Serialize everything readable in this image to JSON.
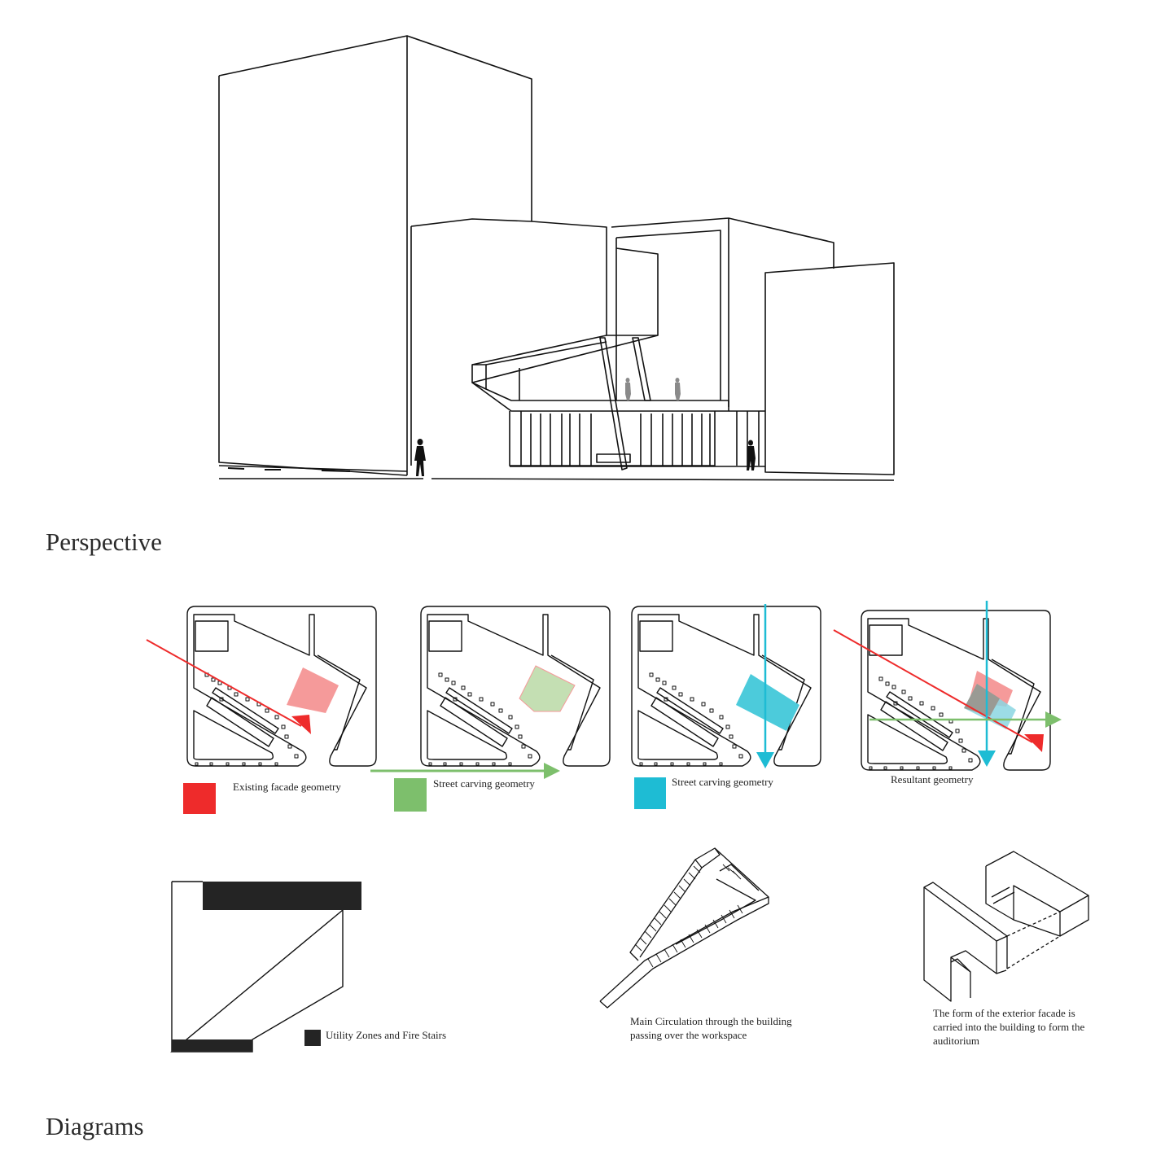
{
  "sections": {
    "perspective": "Perspective",
    "diagrams": "Diagrams"
  },
  "legend": {
    "existing": "Existing facade geometry",
    "street_green": "Street carving geometry",
    "street_blue": "Street carving geometry",
    "resultant": "Resultant geometry"
  },
  "bottom": {
    "utility": "Utility Zones and Fire Stairs",
    "circulation_1": "Main Circulation through the building",
    "circulation_2": "passing over the workspace",
    "facade_1": "The form of the exterior facade is",
    "facade_2": "carried into the building to form the",
    "facade_3": "auditorium"
  },
  "colors": {
    "red": "#ee2b2b",
    "red_fill": "#f59a9a",
    "green": "#7dbf6c",
    "green_fill": "#c4dfb3",
    "blue": "#1ebcd4",
    "blue_fill": "#4ccbdb",
    "black": "#242424"
  }
}
